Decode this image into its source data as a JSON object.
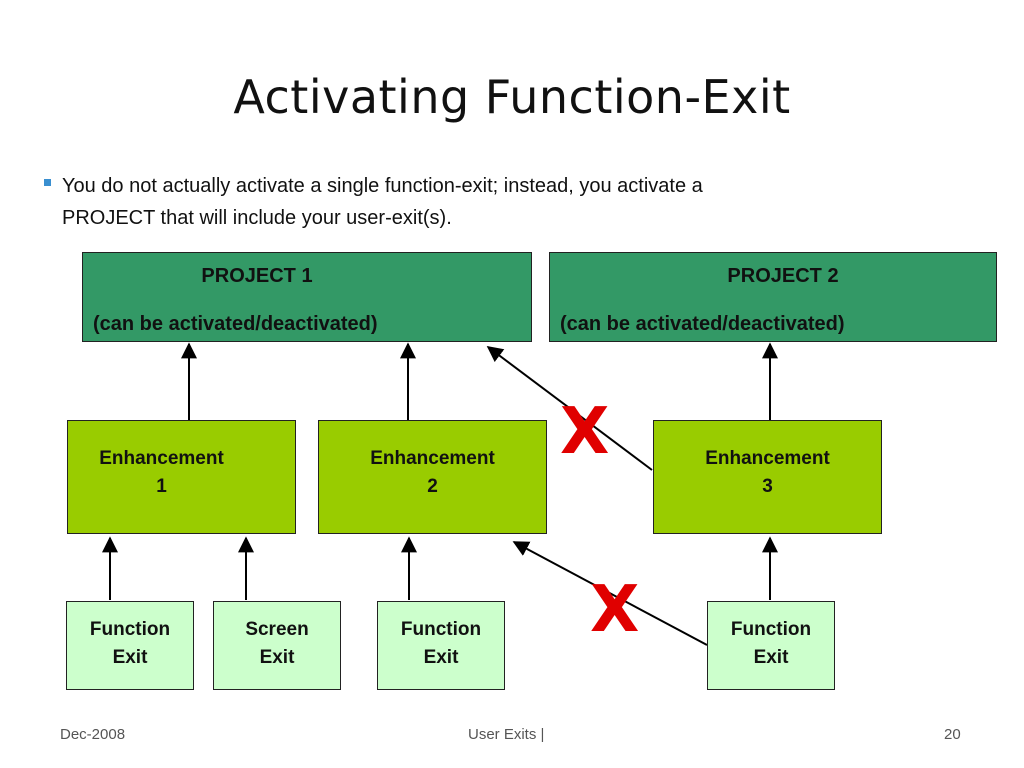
{
  "slide": {
    "title": "Activating Function-Exit",
    "bullet_line1": "You do not actually activate a single function-exit; instead, you activate a",
    "bullet_line2": "PROJECT that will include your user-exit(s)."
  },
  "projects": [
    {
      "name": "PROJECT 1",
      "sub": "(can be activated/deactivated)"
    },
    {
      "name": "PROJECT 2",
      "sub": "(can be activated/deactivated)"
    }
  ],
  "enhancements": [
    {
      "line1": "Enhancement",
      "line2": "1"
    },
    {
      "line1": "Enhancement",
      "line2": "2"
    },
    {
      "line1": "Enhancement",
      "line2": "3"
    }
  ],
  "exits": [
    {
      "line1": "Function",
      "line2": "Exit"
    },
    {
      "line1": "Screen",
      "line2": "Exit"
    },
    {
      "line1": "Function",
      "line2": "Exit"
    },
    {
      "line1": "Function",
      "line2": "Exit"
    }
  ],
  "x_marks": [
    "X",
    "X"
  ],
  "colors": {
    "project": "#339966",
    "enhancement": "#99cc00",
    "exit": "#ccffcc",
    "x_mark": "#e00000",
    "bullet": "#3a8fd0"
  },
  "footer": {
    "date": "Dec-2008",
    "center": "User Exits |",
    "page": "20"
  }
}
